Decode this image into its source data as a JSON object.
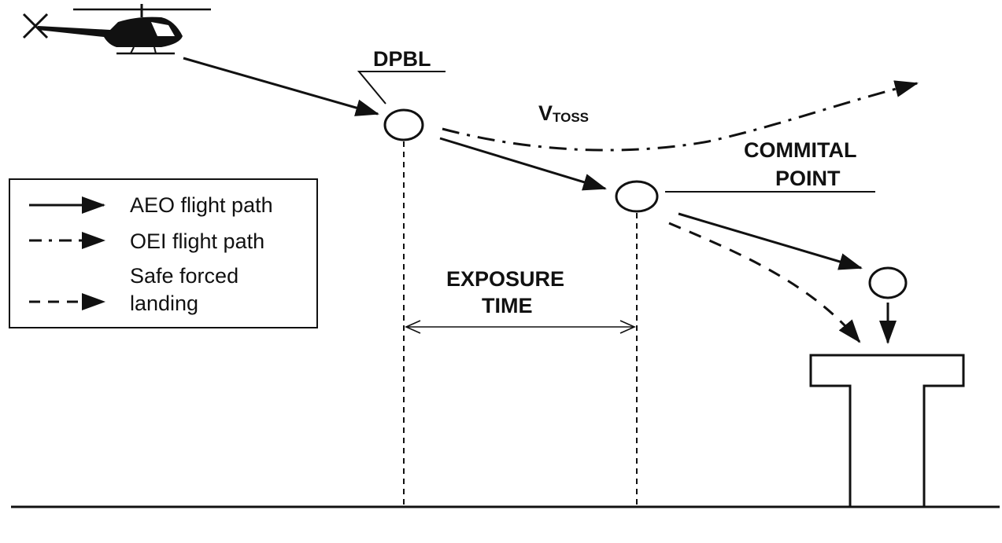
{
  "labels": {
    "dpbl": "DPBL",
    "vtoss_main": "V",
    "vtoss_sub": "TOSS",
    "commital_line1": "COMMITAL",
    "commital_line2": "POINT",
    "exposure_line1": "EXPOSURE",
    "exposure_line2": "TIME"
  },
  "legend": {
    "aeo": "AEO flight path",
    "oei": "OEI flight path",
    "safe_line1": "Safe forced",
    "safe_line2": "landing"
  },
  "colors": {
    "ink": "#111111",
    "background": "#ffffff"
  }
}
